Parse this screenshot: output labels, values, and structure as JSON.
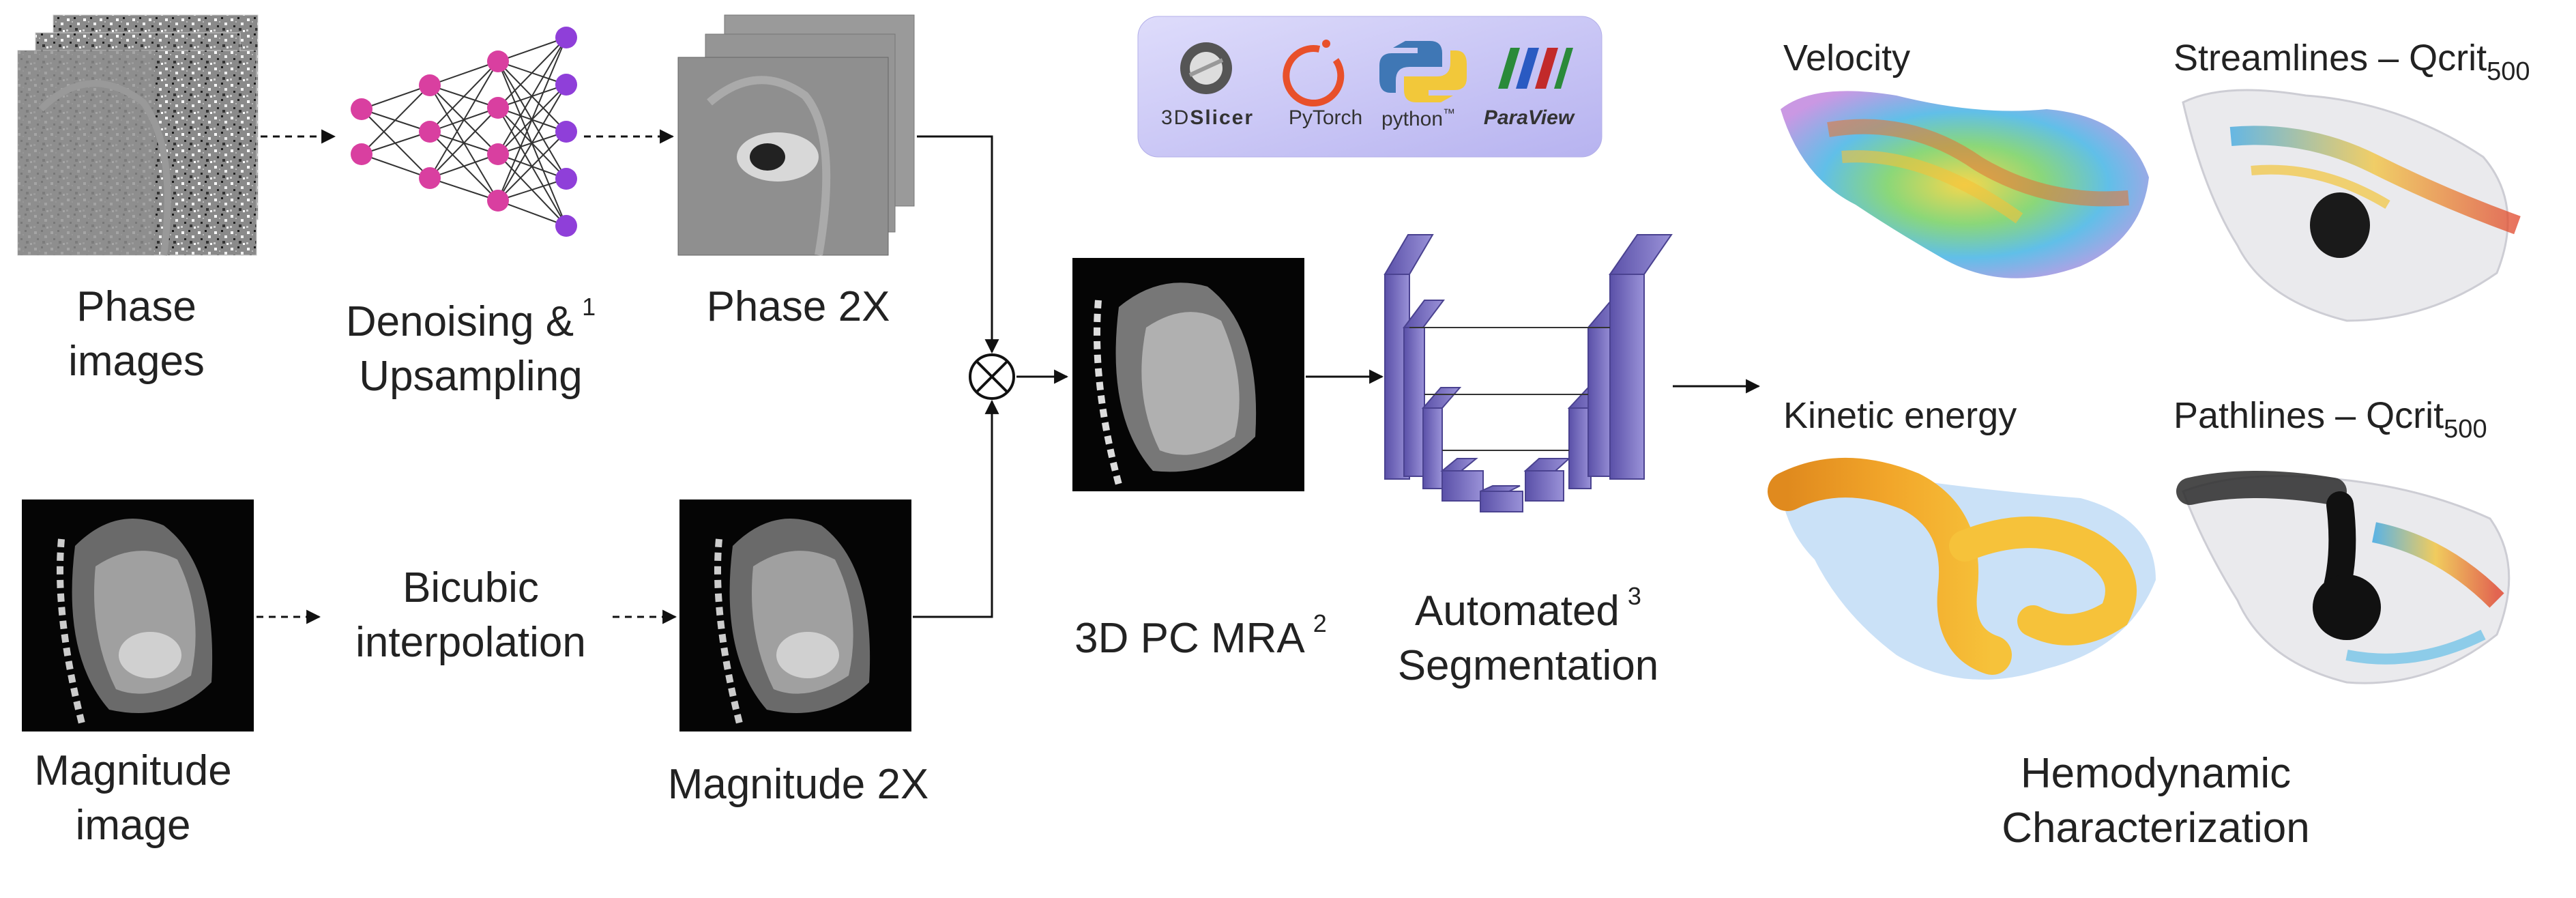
{
  "stages": {
    "phase_images": {
      "line1": "Phase",
      "line2": "images"
    },
    "denoising": {
      "line1": "Denoising &",
      "line2": "Upsampling",
      "ref": "1"
    },
    "phase_2x": {
      "label": "Phase 2X"
    },
    "magnitude_image": {
      "line1": "Magnitude",
      "line2": "image"
    },
    "bicubic": {
      "line1": "Bicubic",
      "line2": "interpolation"
    },
    "magnitude_2x": {
      "label": "Magnitude 2X"
    },
    "pc_mra": {
      "label": "3D PC MRA",
      "ref": "2"
    },
    "segmentation": {
      "line1": "Automated",
      "line2": "Segmentation",
      "ref": "3"
    },
    "hemodynamic": {
      "line1": "Hemodynamic",
      "line2": "Characterization"
    }
  },
  "panels": {
    "velocity": "Velocity",
    "streamlines": {
      "text": "Streamlines – Qcrit",
      "sub": "500"
    },
    "kinetic_energy": "Kinetic energy",
    "pathlines": {
      "text": "Pathlines – Qcrit",
      "sub": "500"
    }
  },
  "software": {
    "slicer": {
      "prefix": "3D",
      "name": "Slicer"
    },
    "pytorch": "PyTorch",
    "python": "python",
    "python_tm": "™",
    "paraview": "ParaView"
  },
  "colors": {
    "network_node": "#d93fa0",
    "network_node_out": "#8f3fd9",
    "unet": "#6e63b8",
    "logo_box": "#c9c7f5"
  }
}
